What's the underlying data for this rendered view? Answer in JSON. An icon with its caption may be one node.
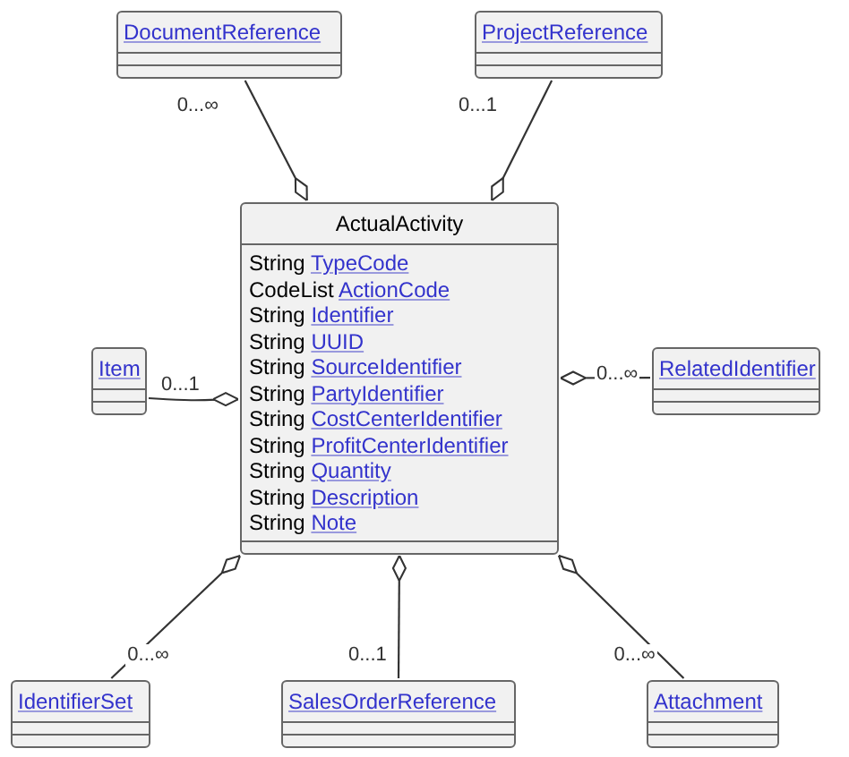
{
  "diagram": {
    "nodes": [
      {
        "text": [
          "DocumentReference"
        ]
      },
      {
        "text": [
          "ProjectReference"
        ]
      },
      {
        "text": [
          "ActualActivity",
          "String TypeCode",
          "CodeList ActionCode",
          "String Identifier",
          "String UUID",
          "String SourceIdentifier",
          "String PartyIdentifier",
          "String CostCenterIdentifier",
          "String ProfitCenterIdentifier",
          "String Quantity",
          "String Description",
          "String Note"
        ]
      },
      {
        "text": [
          "Item"
        ]
      },
      {
        "text": [
          "RelatedIdentifier"
        ]
      },
      {
        "text": [
          "IdentifierSet"
        ]
      },
      {
        "text": [
          "SalesOrderReference"
        ]
      },
      {
        "text": [
          "Attachment"
        ]
      }
    ],
    "edges": [
      {
        "from": 0,
        "to": 2,
        "arrow": "other",
        "label": "0...∞"
      },
      {
        "from": 1,
        "to": 2,
        "arrow": "other",
        "label": "0...1"
      },
      {
        "from": 3,
        "to": 2,
        "arrow": "other",
        "label": "0...1"
      },
      {
        "from": 4,
        "to": 2,
        "arrow": "other",
        "label": "0...∞"
      },
      {
        "from": 5,
        "to": 2,
        "arrow": "other",
        "label": "0...∞"
      },
      {
        "from": 6,
        "to": 2,
        "arrow": "other",
        "label": "0...1"
      },
      {
        "from": 7,
        "to": 2,
        "arrow": "other",
        "label": "0...∞"
      }
    ]
  }
}
